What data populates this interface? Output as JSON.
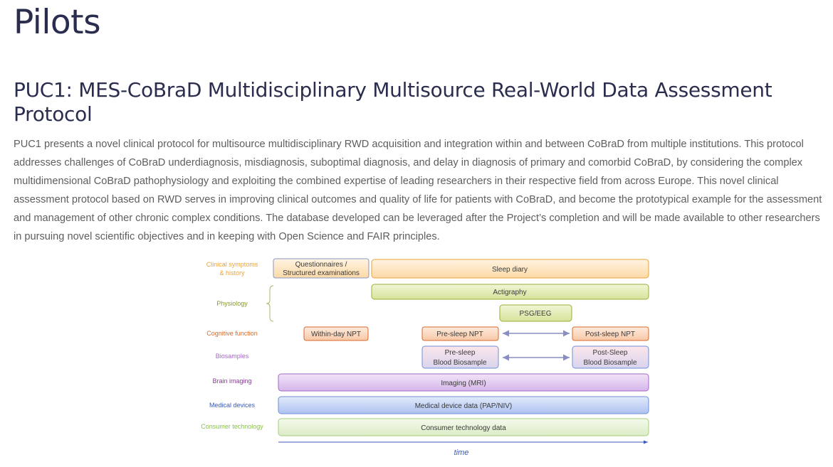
{
  "page": {
    "title": "Pilots"
  },
  "section": {
    "title": "PUC1: MES-CoBraD Multidisciplinary Multisource Real-World Data Assessment Protocol",
    "paragraph": "PUC1 presents a novel clinical protocol for multisource multidisciplinary RWD acquisition and integration within and between CoBraD from multiple institutions. This protocol addresses challenges of CoBraD underdiagnosis, misdiagnosis, suboptimal diagnosis, and delay in diagnosis of primary and comorbid CoBraD, by considering the complex multidimensional CoBraD pathophysiology and exploiting the combined expertise of leading researchers in their respective field from across Europe. This novel clinical assessment protocol based on RWD serves in improving clinical outcomes and quality of life for patients with CoBraD, and become the prototypical example for the assessment and management of other chronic complex conditions. The database developed can be leveraged after the Project’s completion and will be made available to other researchers in pursuing novel scientific objectives and in keeping with Open Science and FAIR principles."
  },
  "diagram": {
    "rows": [
      {
        "line1": "Clinical symptoms",
        "line2": "& history",
        "color": "#e8a33a"
      },
      {
        "line1": "Physiology",
        "line2": "",
        "color": "#8a9a2a"
      },
      {
        "line1": "Cognitive function",
        "line2": "",
        "color": "#d9692a"
      },
      {
        "line1": "Biosamples",
        "line2": "",
        "color": "#a468c8"
      },
      {
        "line1": "Brain imaging",
        "line2": "",
        "color": "#8a3a9a"
      },
      {
        "line1": "Medical devices",
        "line2": "",
        "color": "#3a5ab8"
      },
      {
        "line1": "Consumer technology",
        "line2": "",
        "color": "#8ac24a"
      }
    ],
    "boxes": {
      "questionnaires": {
        "line1": "Questionnaires /",
        "line2": "Structured examinations"
      },
      "sleep_diary": "Sleep diary",
      "actigraphy": "Actigraphy",
      "psg_eeg": "PSG/EEG",
      "within_day_npt": "Within-day NPT",
      "pre_sleep_npt": "Pre-sleep NPT",
      "post_sleep_npt": "Post-sleep NPT",
      "pre_sleep_blood": {
        "line1": "Pre-sleep",
        "line2": "Blood Biosample"
      },
      "post_sleep_blood": {
        "line1": "Post-Sleep",
        "line2": "Blood Biosample"
      },
      "imaging": "Imaging (MRI)",
      "medical_device_data": "Medical device data (PAP/NIV)",
      "consumer_tech_data": "Consumer technology data"
    },
    "axis_label": "time",
    "colors": {
      "orange_fill": "#fde6c4",
      "orange_stroke": "#e8a33a",
      "olive_fill": "#e5ecb8",
      "olive_stroke": "#9aae3a",
      "salmon_fill": "#fbd9c3",
      "salmon_stroke": "#d9692a",
      "pink_fill": "#f6d8e2",
      "blue_stroke": "#6f8fd8",
      "purple_fill": "#e5cdf0",
      "purple_stroke": "#a468c8",
      "blue_fill": "#c9d7f6",
      "green_fill": "#e9f3d8",
      "green_stroke": "#a8cc7a",
      "axis": "#3a5ab8"
    }
  }
}
